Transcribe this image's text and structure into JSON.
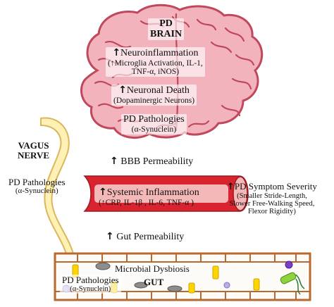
{
  "brain": {
    "title_line1": "PD",
    "title_line2": "BRAIN",
    "neuroinflammation": "Neuroinflammation",
    "neuroinflammation_detail_line1": "(↑Microglia Activation, IL-1,",
    "neuroinflammation_detail_line2": "TNF-α, iNOS)",
    "neuronal_death": "Neuronal Death",
    "neuronal_death_detail": "(Dopaminergic Neurons)",
    "pathologies": "PD Pathologies",
    "pathologies_detail": "(α-Synuclein)"
  },
  "vagus": {
    "line1": "VAGUS",
    "line2": "NERVE",
    "pathologies": "PD Pathologies",
    "pathologies_detail": "(α-Synuclein)"
  },
  "bbb": {
    "label": "BBB Permeability"
  },
  "vessel": {
    "label": "Systemic Inflammation",
    "detail": "(↑CRP, IL-1β , IL-6, TNF-α )"
  },
  "symptoms": {
    "label": "PD Symptom Severity",
    "detail_line1": "(Smaller Stride-Length,",
    "detail_line2": "Slower Free-Walking Speed,",
    "detail_line3": "Flexor Rigidity)"
  },
  "gut_perm": {
    "label": "Gut Permeability"
  },
  "gut": {
    "dysbiosis": "Microbial Dysbiosis",
    "pathologies": "PD Pathologies",
    "pathologies_detail": "(α-Synuclein)",
    "title": "GUT"
  },
  "glyphs": {
    "up_arrow": "🡅"
  },
  "colors": {
    "brain_fill": "#f2b3bd",
    "brain_stroke": "#c0485c",
    "vessel_fill": "#d9232e",
    "vessel_inner": "#f5b8b8",
    "nerve_fill": "#fff1b5",
    "nerve_stroke": "#d9b75a",
    "gut_border": "#b76a2f",
    "gut_fill": "#fdfbf7"
  }
}
